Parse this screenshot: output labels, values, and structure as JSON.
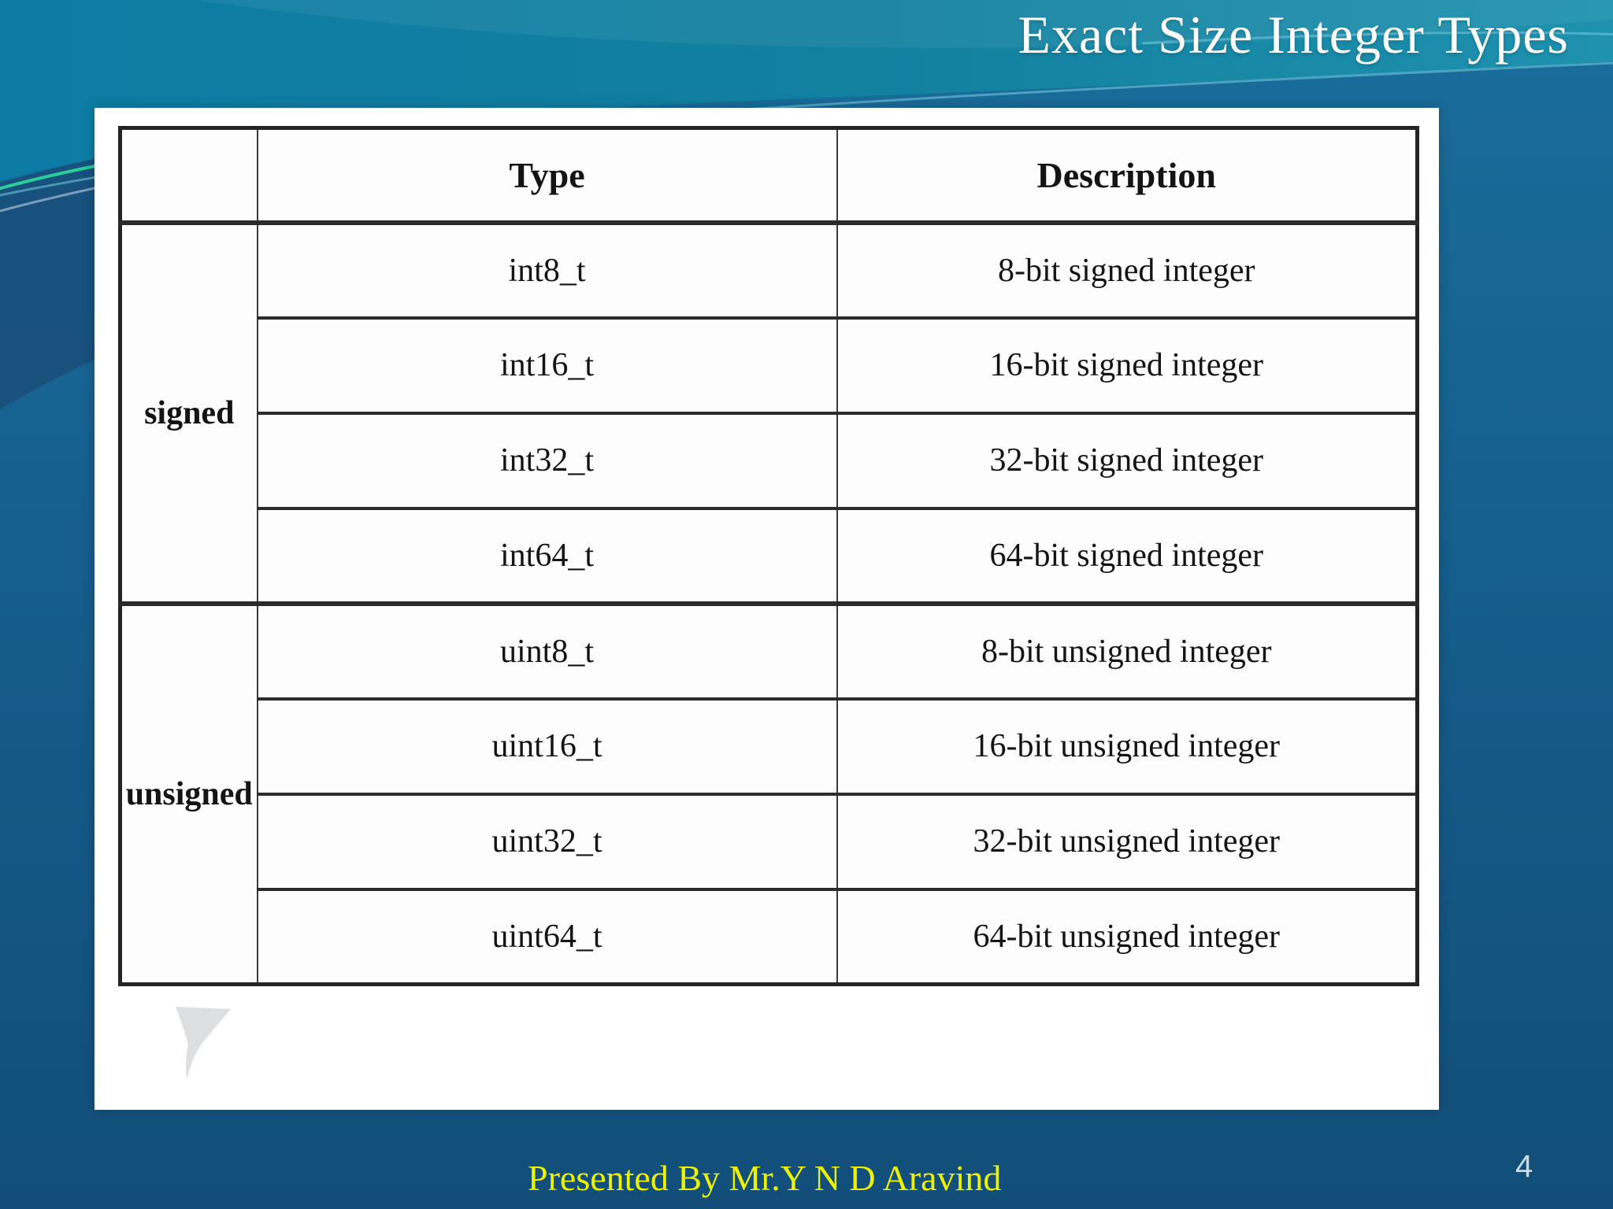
{
  "slide": {
    "title": "Exact Size Integer Types",
    "footer": "Presented By Mr.Y N D Aravind",
    "page_number": "4"
  },
  "table": {
    "col_headers": {
      "group": "",
      "type": "Type",
      "description": "Description"
    },
    "groups": [
      {
        "label": "signed",
        "rows": [
          {
            "type": "int8_t",
            "description": "8-bit signed integer"
          },
          {
            "type": "int16_t",
            "description": "16-bit signed integer"
          },
          {
            "type": "int32_t",
            "description": "32-bit signed integer"
          },
          {
            "type": "int64_t",
            "description": "64-bit signed integer"
          }
        ]
      },
      {
        "label": "unsigned",
        "rows": [
          {
            "type": "uint8_t",
            "description": "8-bit unsigned integer"
          },
          {
            "type": "uint16_t",
            "description": "16-bit unsigned integer"
          },
          {
            "type": "uint32_t",
            "description": "32-bit unsigned integer"
          },
          {
            "type": "uint64_t",
            "description": "64-bit unsigned integer"
          }
        ]
      }
    ]
  },
  "colors": {
    "background_teal": "#0d7ca4",
    "background_blue_dark": "#114a73",
    "accent_green": "#2fd89f",
    "accent_cyan": "#79cfe0",
    "accent_pale": "#a9bfd4",
    "title_text": "#ffffff",
    "footer_text": "#eef200",
    "page_number_text": "#c8dcea",
    "table_text": "#141414",
    "table_border": "#2b2b2b",
    "watermark_gray": "#d9dbde"
  }
}
